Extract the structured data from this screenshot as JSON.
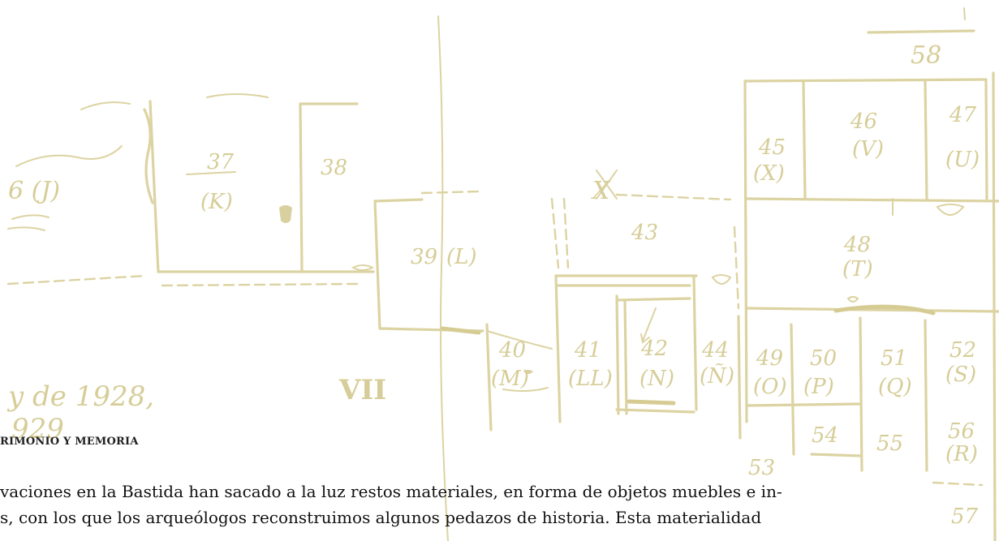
{
  "sketch": {
    "room_labels": [
      "6 (J)",
      "37",
      "(K)",
      "38",
      "39",
      "(L)",
      "X",
      "43",
      "45",
      "(X)",
      "46",
      "(V)",
      "47",
      "(U)",
      "48",
      "(T)",
      "40",
      "(M)",
      "41",
      "(LL)",
      "42",
      "(N)",
      "44",
      "(Ñ)",
      "49",
      "(O)",
      "50",
      "(P)",
      "51",
      "(Q)",
      "52",
      "(S)",
      "54",
      "55",
      "53",
      "56",
      "(R)",
      "57",
      "58"
    ],
    "roman_numeral": "VII",
    "date_line_1": "y de 1928,",
    "date_line_2": "929"
  },
  "section": {
    "title": "RIMONIO Y MEMORIA"
  },
  "body": {
    "line_1": "vaciones en la Bastida han sacado a la luz restos materiales, en forma de objetos muebles e in-",
    "line_2": "s, con los que los arqueólogos reconstruimos algunos pedazos de historia. Esta materialidad"
  },
  "colors": {
    "sketch_ink": "#dcd3a2",
    "text": "#111111"
  }
}
